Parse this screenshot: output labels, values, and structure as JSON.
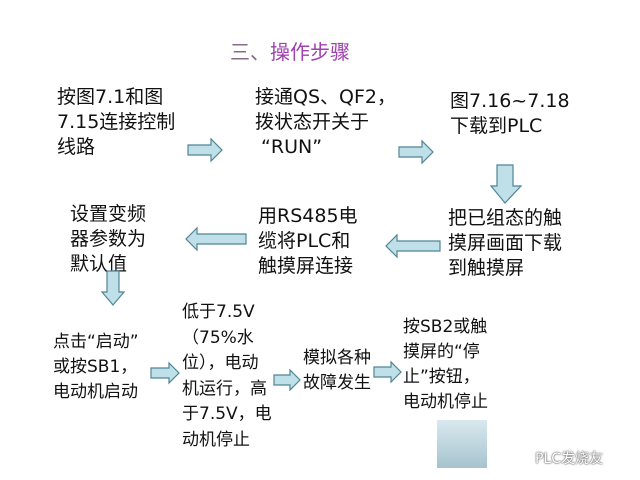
{
  "title": {
    "prefix": "三、",
    "main": "操作步骤"
  },
  "steps": [
    {
      "id": "wiring",
      "text": "按图7.1和图\n7.15连接控制\n线路"
    },
    {
      "id": "switch",
      "text": "接通QS、QF2，\n拨状态开关于\n “RUN”"
    },
    {
      "id": "download-plc",
      "text": "图7.16~7.18\n下载到PLC"
    },
    {
      "id": "download-hmi",
      "text": "把已组态的触\n摸屏画面下载\n到触摸屏"
    },
    {
      "id": "connect",
      "text": "用RS485电\n缆将PLC和\n触摸屏连接"
    },
    {
      "id": "vfd-params",
      "text": "设置变频\n器参数为\n默认值"
    },
    {
      "id": "start",
      "text": "点击“启动”\n或按SB1，\n电动机启动"
    },
    {
      "id": "level",
      "text": "低于7.5V\n（75%水\n位），电动\n机运行，高\n于7.5V，电\n动机停止"
    },
    {
      "id": "faults",
      "text": "模拟各种\n故障发生"
    },
    {
      "id": "stop",
      "text": "按SB2或触\n摸屏的“停\n止”按钮，\n电动机停止"
    }
  ],
  "watermark": "PLC发烧友",
  "colors": {
    "arrow_fill": "#bfe0e8",
    "arrow_stroke": "#4f8595",
    "title": "#a040b0"
  }
}
